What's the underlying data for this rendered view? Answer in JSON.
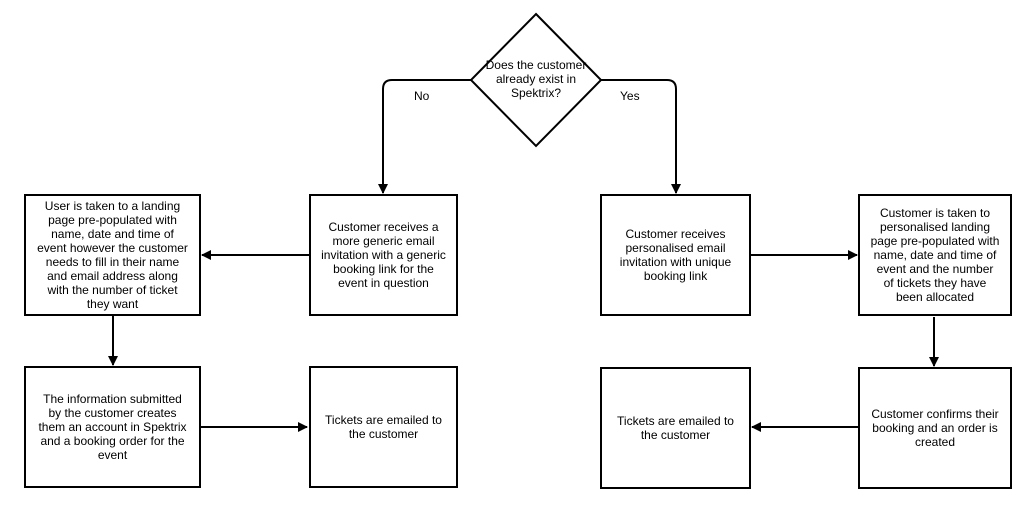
{
  "decision": {
    "text": "Does the customer already exist in Spektrix?"
  },
  "branches": {
    "no": "No",
    "yes": "Yes"
  },
  "boxes": {
    "generic_email": "Customer receives a more generic email invitation with a generic booking link for the event in question",
    "generic_landing": "User is taken to a  landing page pre-populated with name, date and time of event however the customer needs to fill in their name and email address along with the number of ticket they want",
    "account_created": "The information submitted by the customer creates them an account in Spektrix and a booking order for the event",
    "tickets_left": "Tickets are emailed to the customer",
    "personal_email": "Customer receives personalised email invitation with unique booking link",
    "personal_landing": "Customer is taken to personalised landing page pre-populated with name, date and time of event and the number of tickets they have been allocated",
    "order_created": "Customer confirms their booking and an order is created",
    "tickets_right": "Tickets are emailed to the customer"
  }
}
